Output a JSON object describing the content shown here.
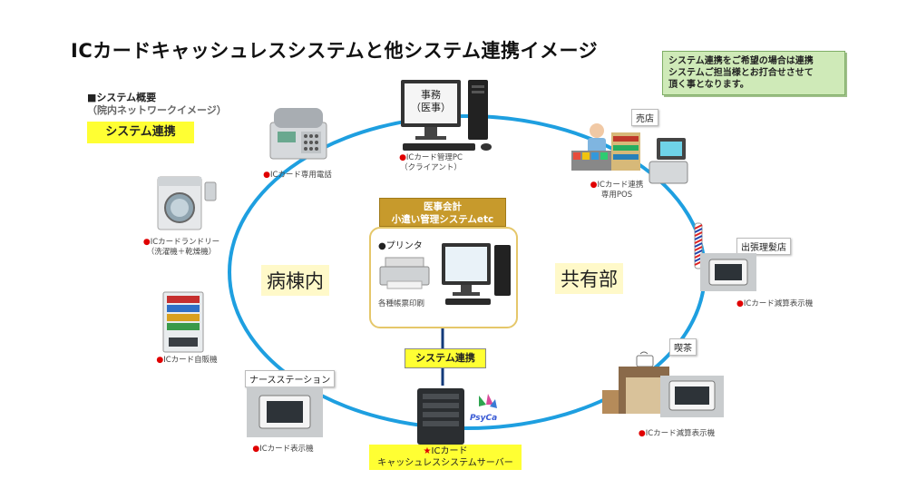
{
  "title": "ICカードキャッシュレスシステムと他システム連携イメージ",
  "note": {
    "line1": "システム連携をご希望の場合は連携",
    "line2": "システムご担当様とお打合せさせて",
    "line3": "頂く事となります。"
  },
  "overview": {
    "heading": "■システム概要",
    "sub": "（院内ネットワークイメージ）",
    "link_label": "システム連携"
  },
  "zones": {
    "left": "病棟内",
    "right": "共有部"
  },
  "center": {
    "header_line1": "医事会計",
    "header_line2": "小遣い管理システムetc",
    "printer_label": "●プリンタ",
    "print_caption": "各種帳票印刷",
    "link_label": "システム連携"
  },
  "server": {
    "star": "★",
    "line1": "ICカード",
    "line2": "キャッシュレスシステムサーバー",
    "logo": "PsyCa"
  },
  "devices": {
    "office_pc": {
      "screen_line1": "事務",
      "screen_line2": "（医事）",
      "label1": "ICカード管理PC",
      "label2": "（クライアント）"
    },
    "phone": {
      "label1": "ICカード専用電話"
    },
    "laundry": {
      "label1": "ICカードランドリー",
      "label2": "（洗濯機＋乾燥機）"
    },
    "vending": {
      "label1": "ICカード自販機"
    },
    "nurse": {
      "tag": "ナースステーション",
      "label1": "ICカード表示機"
    },
    "shop": {
      "tag": "売店",
      "label1": "ICカード連携",
      "label2": "専用POS"
    },
    "barber": {
      "tag": "出張理髪店",
      "label1": "ICカード減算表示機"
    },
    "cafe": {
      "tag": "喫茶",
      "label1": "ICカード減算表示機"
    }
  },
  "colors": {
    "ring": "#1e9fe0",
    "accent_yellow": "#ffff33",
    "header_gold": "#c79a2c",
    "note_green": "#cfeab8",
    "marker_red": "#e00000"
  }
}
